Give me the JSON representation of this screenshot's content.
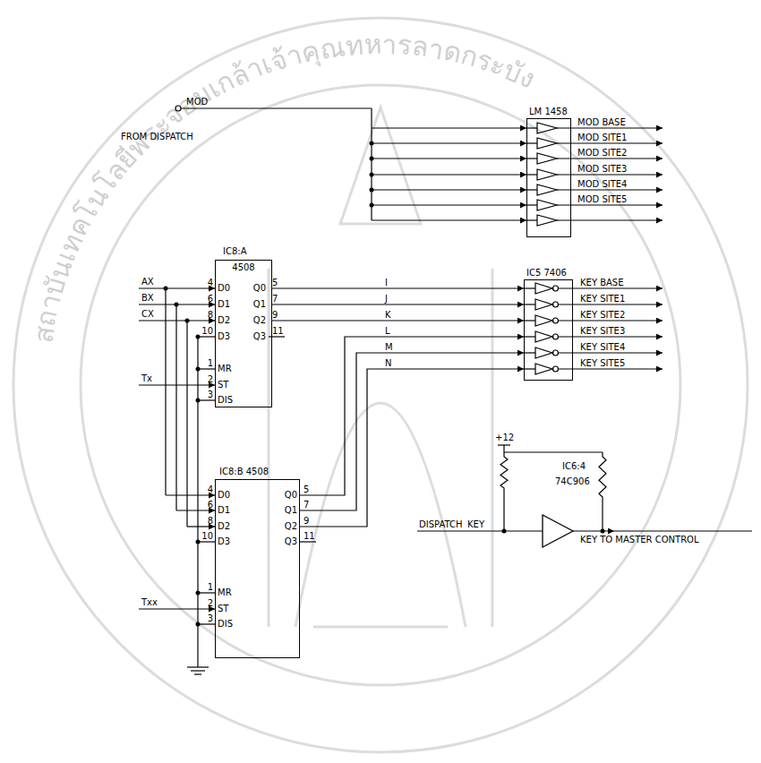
{
  "diagram": {
    "nodes": [
      {
        "text": [
          "LM 1458"
        ]
      },
      {
        "text": [
          "IC8:A",
          "4508"
        ]
      },
      {
        "text": [
          "IC5 7406"
        ]
      },
      {
        "text": [
          "IC8:B 4508"
        ]
      },
      {
        "text": [
          "IC6:4",
          "74C906"
        ]
      }
    ],
    "edges": [
      {
        "from": 1,
        "to": 2,
        "arrow": "to",
        "label": "I"
      },
      {
        "from": 1,
        "to": 2,
        "arrow": "to",
        "label": "J"
      },
      {
        "from": 1,
        "to": 2,
        "arrow": "to",
        "label": "K"
      },
      {
        "from": 3,
        "to": 2,
        "arrow": "to",
        "label": "L"
      },
      {
        "from": 3,
        "to": 2,
        "arrow": "to",
        "label": "M"
      },
      {
        "from": 3,
        "to": 2,
        "arrow": "to",
        "label": "N"
      }
    ],
    "labels": [
      "MOD",
      "FROM DISPATCH",
      "MOD BASE",
      "MOD SITE1",
      "MOD SITE2",
      "MOD SITE3",
      "MOD SITE4",
      "MOD SITE5",
      "AX",
      "BX",
      "CX",
      "Tx",
      "4",
      "D0",
      "6",
      "D1",
      "8",
      "D2",
      "10",
      "D3",
      "1",
      "MR",
      "2",
      "ST",
      "3",
      "DIS",
      "5",
      "Q0",
      "7",
      "Q1",
      "9",
      "Q2",
      "11",
      "Q3",
      "4",
      "D0",
      "6",
      "D1",
      "8",
      "D2",
      "10",
      "D3",
      "1",
      "MR",
      "2",
      "ST",
      "3",
      "DIS",
      "5",
      "Q0",
      "7",
      "Q1",
      "9",
      "Q2",
      "11",
      "Q3",
      "Txx",
      "KEY BASE",
      "KEY SITE1",
      "KEY SITE2",
      "KEY SITE3",
      "KEY SITE4",
      "KEY SITE5",
      "+12",
      "DISPATCH",
      "KEY",
      "KEY TO MASTER CONTROL",
      "สถาบันเทคโนโลยีพระจอมเกล้าเจ้าคุณทหารลาดกระบัง"
    ]
  }
}
